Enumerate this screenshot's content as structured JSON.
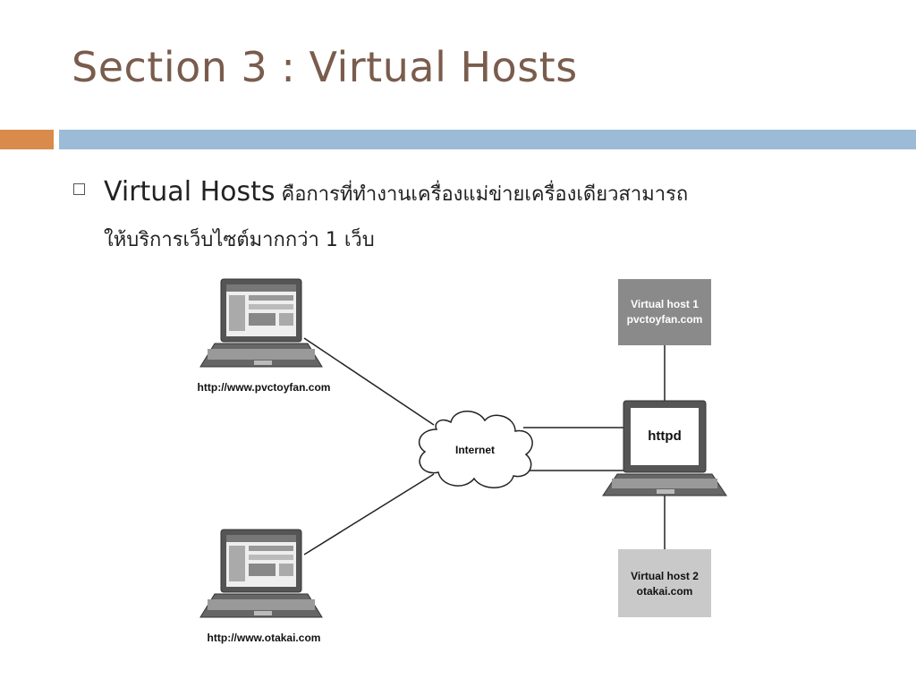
{
  "slide": {
    "title": "Section 3 : Virtual Hosts",
    "bullet": {
      "term": "Virtual Hosts",
      "line1_rest": " คือการที่ทำงานเครื่องแม่ข่ายเครื่องเดียวสามารถ",
      "line2": "ให้บริการเว็บไซต์มากกว่า 1 เว็บ"
    }
  },
  "diagram": {
    "client_top_label": "http://www.pvctoyfan.com",
    "client_bottom_label": "http://www.otakai.com",
    "cloud_label": "Internet",
    "server_screen_label": "httpd",
    "vhost1_line1": "Virtual host 1",
    "vhost1_line2": "pvctoyfan.com",
    "vhost2_line1": "Virtual host 2",
    "vhost2_line2": "otakai.com"
  },
  "colors": {
    "title": "#7a5c4d",
    "accent_orange": "#d98b4b",
    "accent_blue": "#9bbbd6",
    "vhost_box": "#8a8a8a"
  }
}
